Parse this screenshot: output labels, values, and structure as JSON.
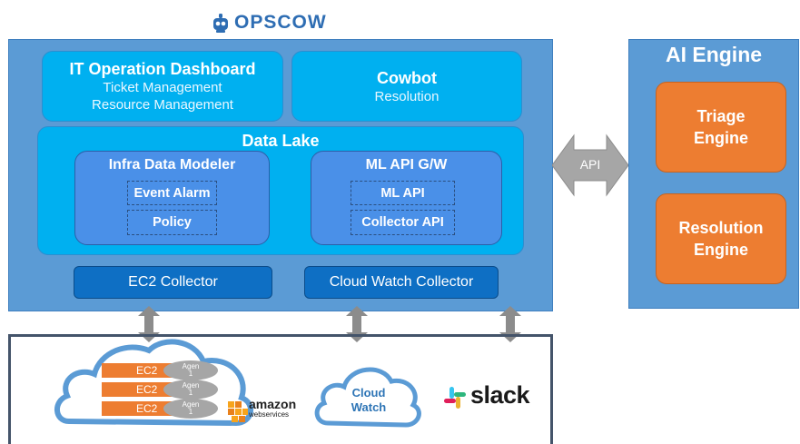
{
  "brand": {
    "name": "OPSCOW"
  },
  "platform": {
    "dashboard": {
      "title": "IT Operation Dashboard",
      "line1": "Ticket Management",
      "line2": "Resource Management"
    },
    "cowbot": {
      "title": "Cowbot",
      "subtitle": "Resolution"
    },
    "data_lake": {
      "title": "Data Lake",
      "modeler": {
        "title": "Infra Data Modeler",
        "items": [
          "Event Alarm",
          "Policy"
        ]
      },
      "ml_gateway": {
        "title": "ML API G/W",
        "items": [
          "ML API",
          "Collector API"
        ]
      }
    },
    "collectors": [
      "EC2 Collector",
      "Cloud Watch Collector"
    ]
  },
  "ai_engine": {
    "title": "AI Engine",
    "triage": [
      "Triage",
      "Engine"
    ],
    "resolution": [
      "Resolution",
      "Engine"
    ]
  },
  "api_arrow": {
    "label": "API"
  },
  "sources": {
    "ec2_rows": [
      {
        "label": "EC2",
        "agent": [
          "Agen",
          "1"
        ]
      },
      {
        "label": "EC2",
        "agent": [
          "Agen",
          "1"
        ]
      },
      {
        "label": "EC2",
        "agent": [
          "Agen",
          "1"
        ]
      }
    ],
    "aws": {
      "word": "amazon",
      "sub": "webservices"
    },
    "cloudwatch": {
      "line1": "Cloud",
      "line2": "Watch"
    },
    "slack": {
      "word": "slack"
    }
  },
  "colors": {
    "platform_bg": "#5b9bd5",
    "cyan": "#00b0f0",
    "inner_blue": "#4a90e8",
    "collector_blue": "#0e6fc4",
    "orange": "#ed7d31",
    "arrow_gray": "#a6a6a6"
  },
  "icons": [
    "robot-logo-icon",
    "bidirectional-arrow-icon",
    "cloud-icon",
    "aws-smile-icon",
    "slack-hash-icon"
  ]
}
